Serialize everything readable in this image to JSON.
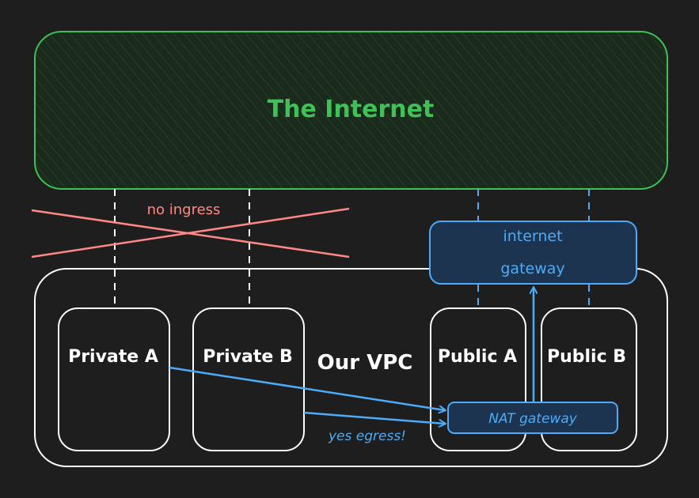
{
  "internet": {
    "label": "The Internet"
  },
  "vpc": {
    "label": "Our VPC"
  },
  "subnets": {
    "private_a": "Private A",
    "private_b": "Private B",
    "public_a": "Public A",
    "public_b": "Public B"
  },
  "internet_gateway": {
    "line1": "internet",
    "line2": "gateway"
  },
  "nat_gateway": {
    "label": "NAT gateway"
  },
  "annotations": {
    "no_ingress": "no ingress",
    "yes_egress": "yes egress!"
  },
  "colors": {
    "background": "#1e1e1e",
    "internet_stroke": "#40c057",
    "internet_fill": "#1a2a1c",
    "vpc_stroke": "#ffffff",
    "gateway_stroke": "#4dabf7",
    "gateway_fill": "#1c3450",
    "no_ingress": "#ff8787"
  }
}
